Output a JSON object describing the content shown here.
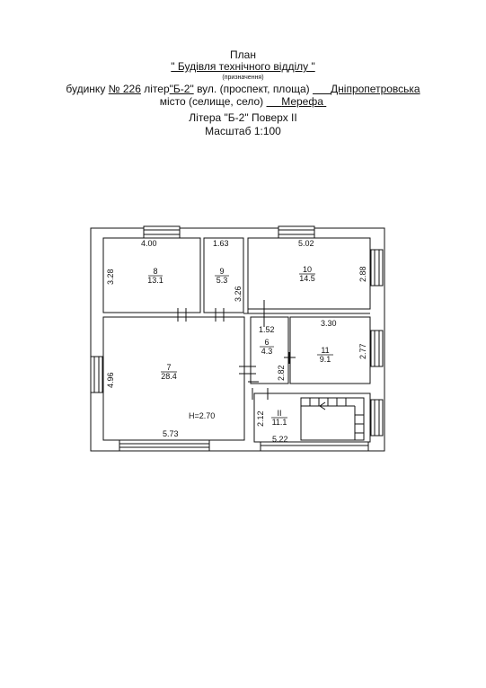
{
  "header": {
    "title": "План",
    "purpose": "\" Будівля технічного відділу \"",
    "purpose_note": "(призначення)",
    "address_prefix": "будинку",
    "house_no_label": "№ 226",
    "letter_label": "літер",
    "letter_value": "\"Б-2\"",
    "street_label": "вул. (проспект, площа)",
    "street_value": "Дніпропетровська",
    "city_label": "місто (селище, село)",
    "city_value": "Мерефа",
    "letter_floor": "Літера \"Б-2\" Поверх II",
    "scale": "Масштаб 1:100"
  },
  "rooms": [
    {
      "no": "8",
      "area": "13.1"
    },
    {
      "no": "9",
      "area": "5.3"
    },
    {
      "no": "10",
      "area": "14.5"
    },
    {
      "no": "6",
      "area": "4.3"
    },
    {
      "no": "11",
      "area": "9.1"
    },
    {
      "no": "7",
      "area": "28.4"
    },
    {
      "no": "II",
      "area": "11.1"
    }
  ],
  "dimensions": {
    "d400": "4.00",
    "d163": "1.63",
    "d502": "5.02",
    "d328": "3.28",
    "d326": "3.26",
    "d288": "2.88",
    "d152": "1.52",
    "d330": "3.30",
    "d282": "2.82",
    "d277": "2.77",
    "d496": "4.96",
    "d212": "2.12",
    "d573": "5.73",
    "d522": "5.22"
  },
  "height_label": "H=2.70"
}
